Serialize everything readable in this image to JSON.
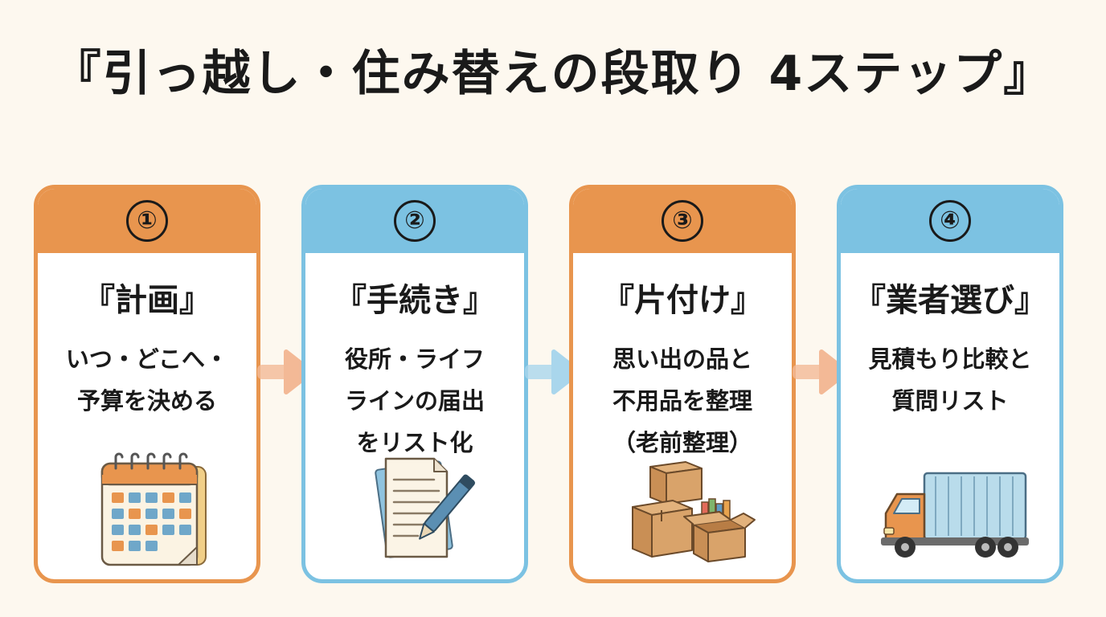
{
  "title": "『引っ越し・住み替えの段取り 4ステップ』",
  "colors": {
    "orange": "#e8954e",
    "blue": "#7cc2e2",
    "background": "#fdf8ef"
  },
  "steps": [
    {
      "number": "①",
      "name": "『計画』",
      "desc": [
        "いつ・どこへ・",
        "予算を決める"
      ],
      "icon": "calendar-icon",
      "theme": "orange"
    },
    {
      "number": "②",
      "name": "『手続き』",
      "desc": [
        "役所・ライフ",
        "ラインの届出",
        "をリスト化"
      ],
      "icon": "document-pen-icon",
      "theme": "blue"
    },
    {
      "number": "③",
      "name": "『片付け』",
      "desc": [
        "思い出の品と",
        "不用品を整理",
        "（老前整理）"
      ],
      "icon": "boxes-icon",
      "theme": "orange"
    },
    {
      "number": "④",
      "name": "『業者選び』",
      "desc": [
        "見積もり比較と",
        "質問リスト"
      ],
      "icon": "truck-icon",
      "theme": "blue"
    }
  ]
}
